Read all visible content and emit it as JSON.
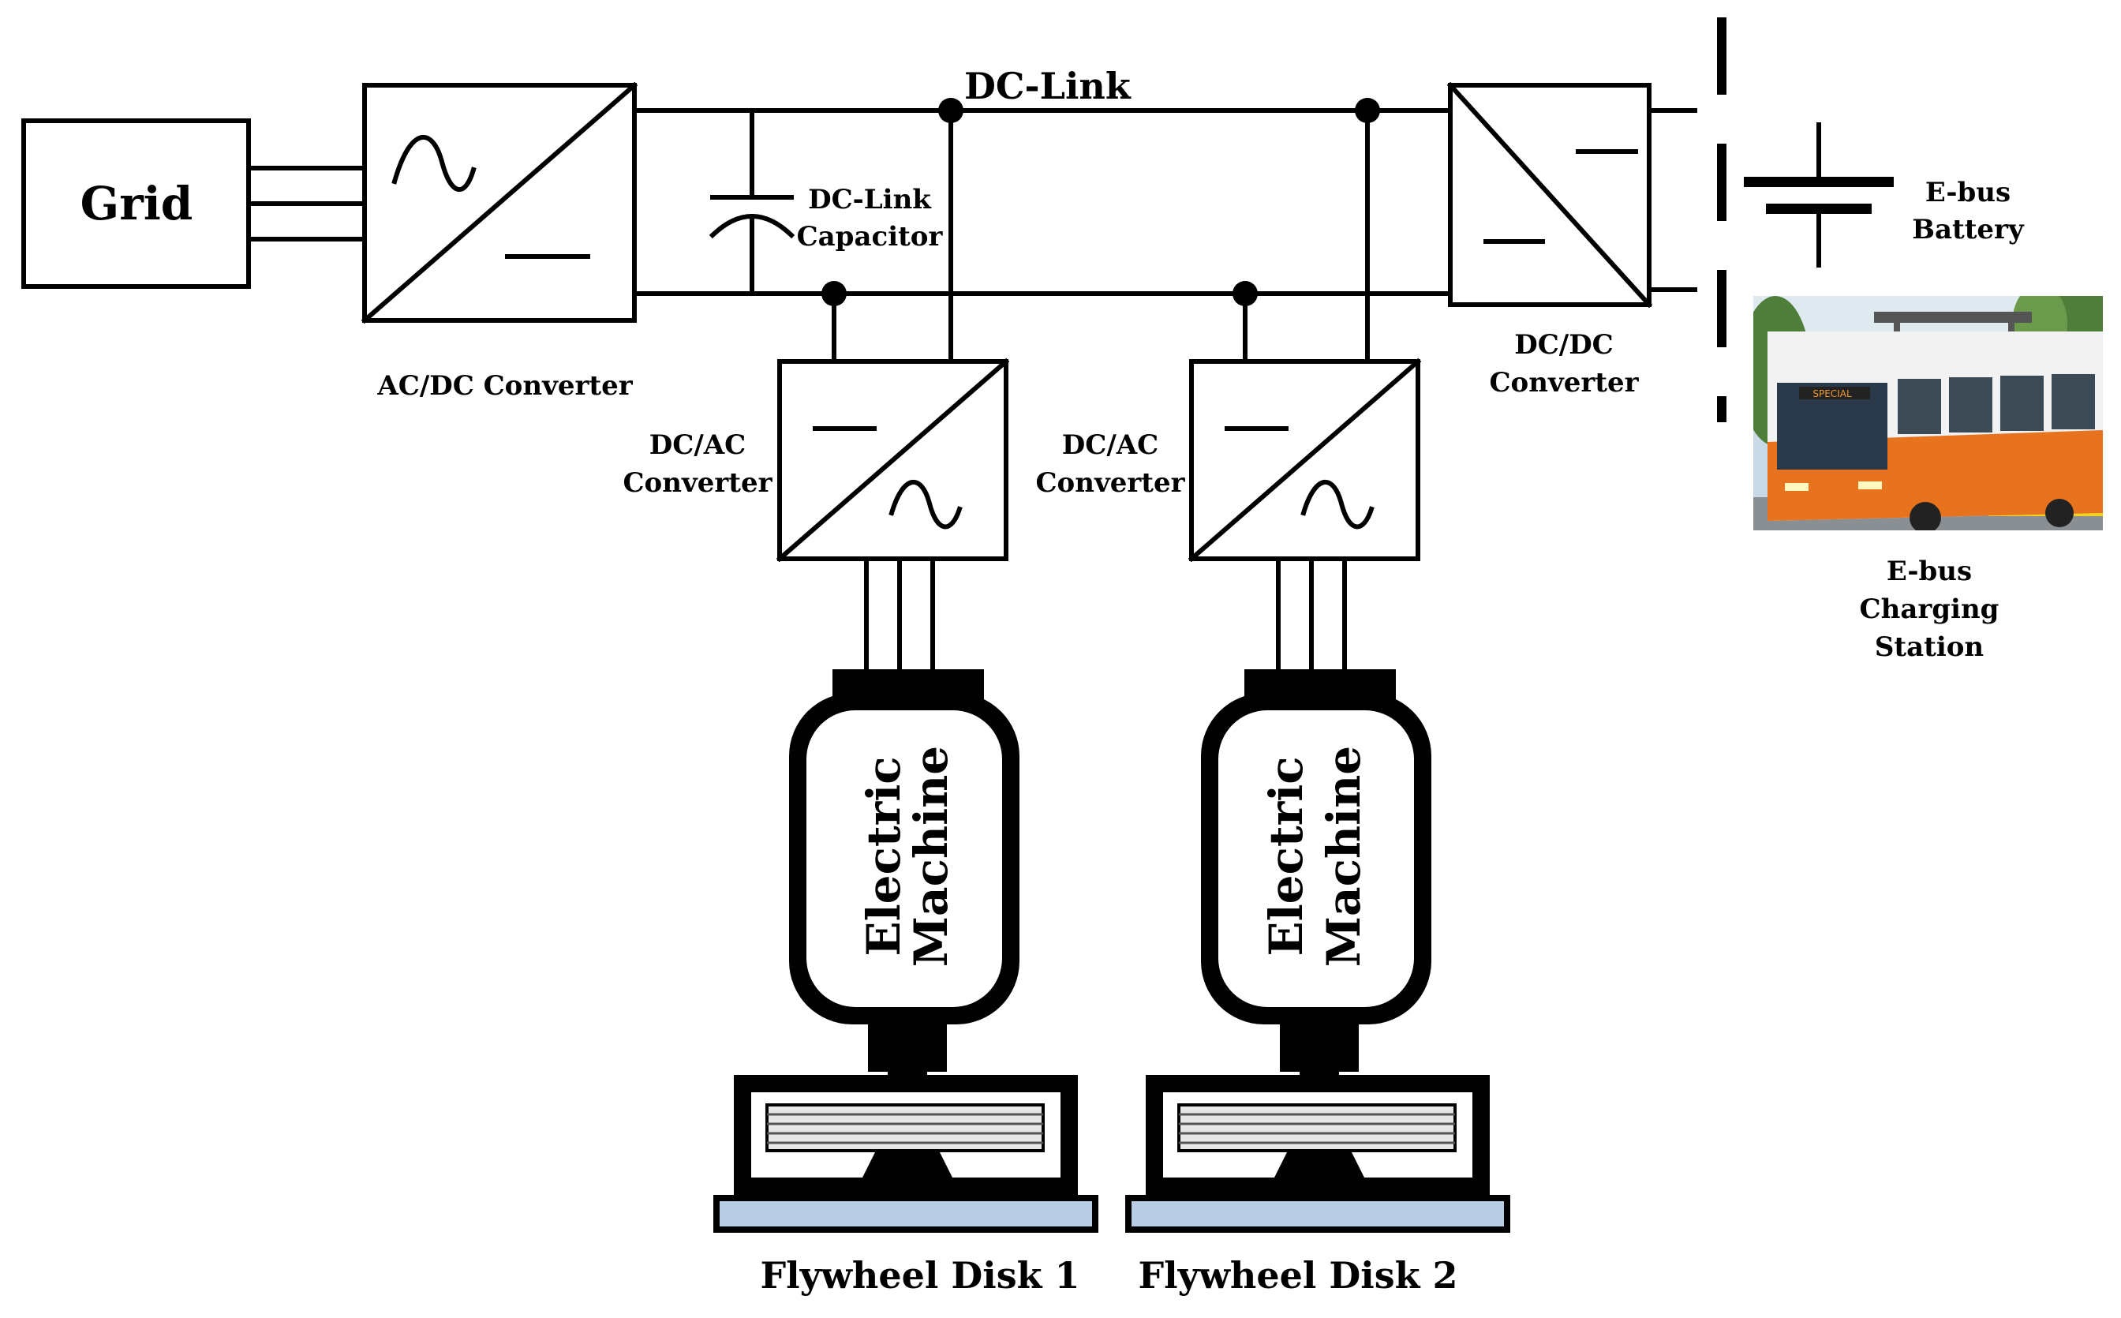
{
  "labels": {
    "grid": "Grid",
    "dc_link": "DC-Link",
    "dc_link_capacitor_1": "DC-Link",
    "dc_link_capacitor_2": "Capacitor",
    "ac_dc_converter": "AC/DC Converter",
    "dc_ac_converter_1_line1": "DC/AC",
    "dc_ac_converter_1_line2": "Converter",
    "dc_ac_converter_2_line1": "DC/AC",
    "dc_ac_converter_2_line2": "Converter",
    "dc_dc_converter_line1": "DC/DC",
    "dc_dc_converter_line2": "Converter",
    "ebus_battery_line1": "E-bus",
    "ebus_battery_line2": "Battery",
    "ebus_station_line1": "E-bus",
    "ebus_station_line2": "Charging",
    "ebus_station_line3": "Station",
    "machine_1_line1": "Electric",
    "machine_1_line2": "Machine",
    "machine_2_line1": "Electric",
    "machine_2_line2": "Machine",
    "flywheel_1": "Flywheel Disk 1",
    "flywheel_2": "Flywheel Disk 2",
    "bus_display_1": "SPECIAL"
  },
  "colors": {
    "line": "#000000",
    "flywheel_base": "#b8cce4",
    "bus_orange": "#e8731f",
    "bus_white": "#f2f2f2",
    "sky": "#c9d9e6",
    "foliage": "#4f7d3a"
  }
}
